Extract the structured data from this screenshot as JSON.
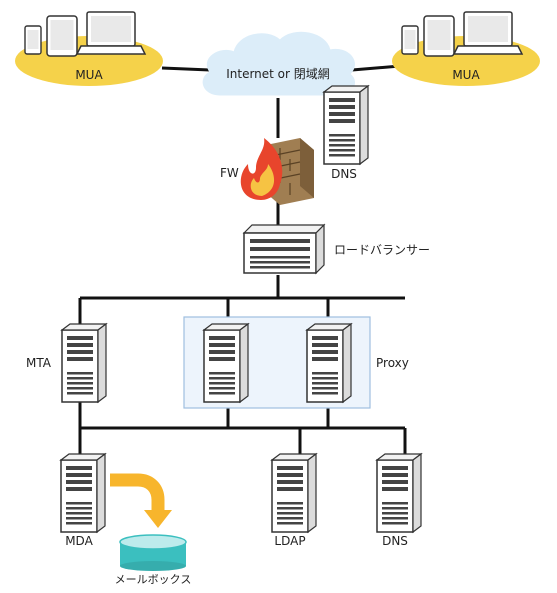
{
  "labels": {
    "mua_left": "MUA",
    "mua_right": "MUA",
    "internet": "Internet or 閉域網",
    "dns_top": "DNS",
    "fw": "FW",
    "load_balancer": "ロードバランサー",
    "mta": "MTA",
    "proxy": "Proxy",
    "mda": "MDA",
    "ldap": "LDAP",
    "dns_bottom": "DNS",
    "mailbox": "メールボックス"
  },
  "colors": {
    "mua_ellipse": "#f5d24a",
    "cloud": "#dcedf9",
    "server_body": "#ffffff",
    "server_stroke": "#333333",
    "wall": "#a07e52",
    "flame_outer": "#e8452c",
    "flame_inner": "#f6c343",
    "proxy_box_fill": "#edf4fc",
    "proxy_box_stroke": "#9fbfe0",
    "arrow": "#f7b52c",
    "mailbox": "#3bbfbf",
    "line": "#111111"
  }
}
